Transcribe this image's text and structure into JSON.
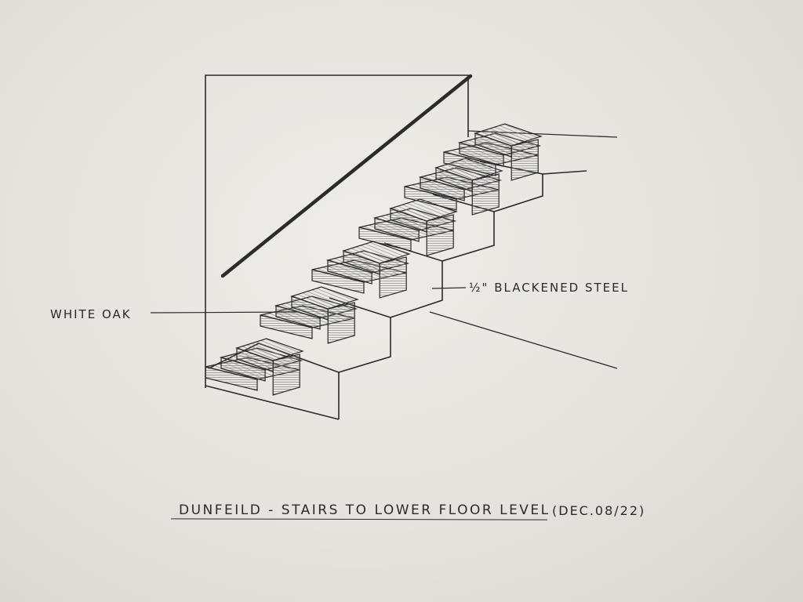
{
  "labels": {
    "white_oak": "WHITE OAK",
    "steel": "½\" BLACKENED STEEL"
  },
  "title": "DUNFEILD - STAIRS TO LOWER FLOOR LEVEL",
  "date": "(DEC.08/22)",
  "colors": {
    "paper": "#e8e5e0",
    "ink": "#2b2b2b",
    "hatch": "#6a6a6a"
  }
}
